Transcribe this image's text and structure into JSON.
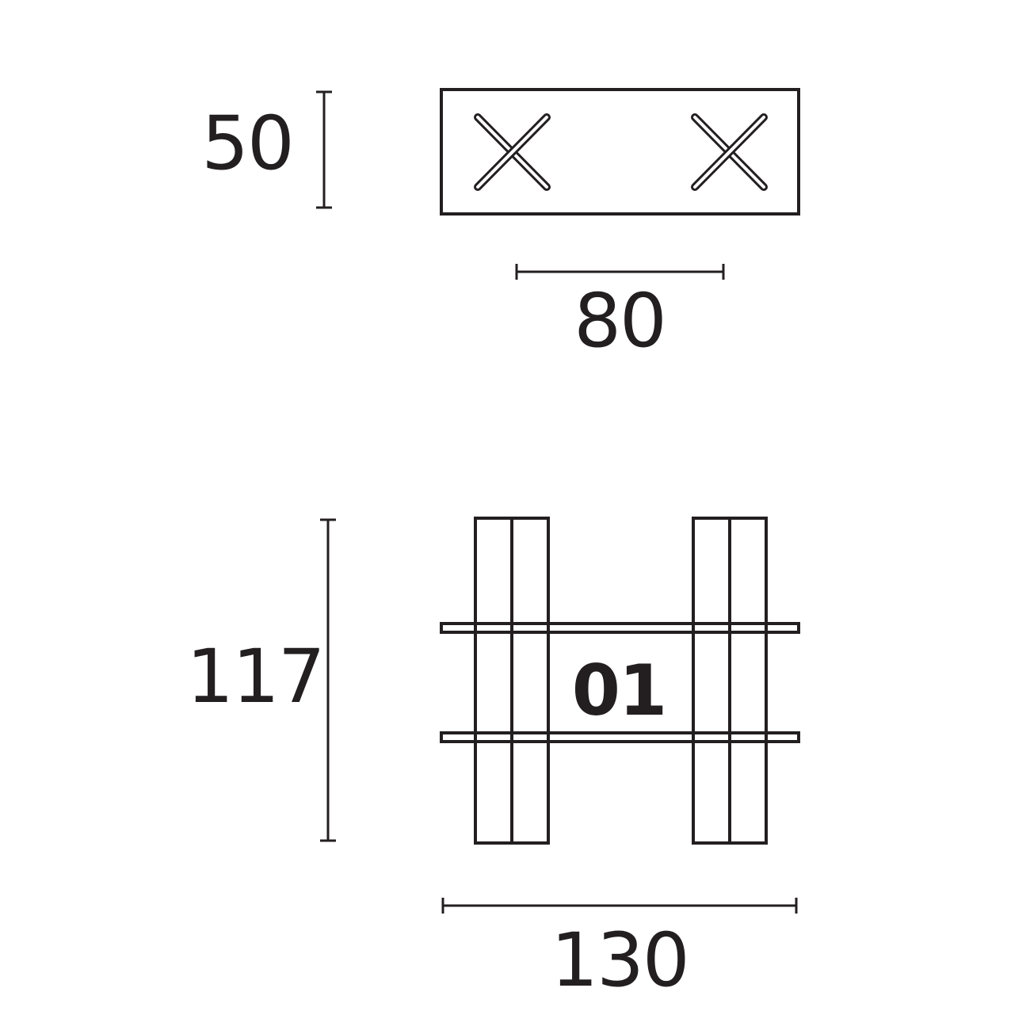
{
  "top_view": {
    "depth_label": "50",
    "length_label": "80"
  },
  "front_view": {
    "height_label": "117",
    "width_label": "130",
    "model_label": "01"
  },
  "colors": {
    "line": "#231f20",
    "background": "#ffffff"
  }
}
